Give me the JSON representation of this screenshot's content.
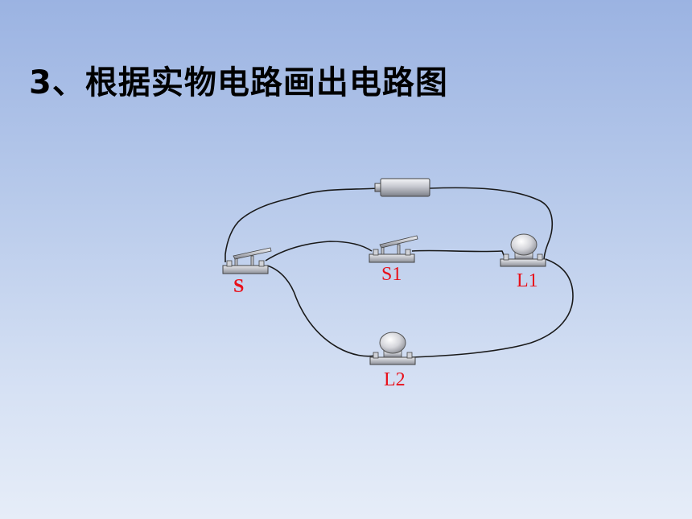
{
  "slide": {
    "title": "3、根据实物电路画出电路图"
  },
  "labels": {
    "switch_main": "S",
    "switch_branch": "S1",
    "lamp_1": "L1",
    "lamp_2": "L2"
  },
  "colors": {
    "label": "#e8101a",
    "wire": "#1a1a1a",
    "component_base": "#b9bcc4"
  },
  "components": [
    {
      "name": "battery",
      "icon": "battery-icon"
    },
    {
      "name": "switch-S",
      "icon": "switch-icon"
    },
    {
      "name": "switch-S1",
      "icon": "switch-icon"
    },
    {
      "name": "lamp-L1",
      "icon": "lamp-icon"
    },
    {
      "name": "lamp-L2",
      "icon": "lamp-icon"
    }
  ]
}
